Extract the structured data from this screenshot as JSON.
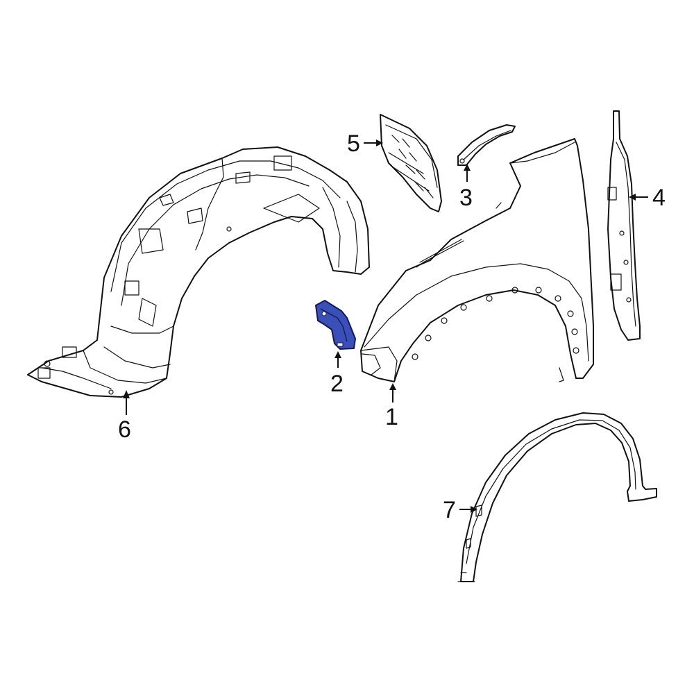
{
  "diagram": {
    "highlight_color": "#3a4fb8",
    "line_color": "#111111",
    "background": "#ffffff",
    "callouts": [
      {
        "id": "1",
        "label": "1"
      },
      {
        "id": "2",
        "label": "2"
      },
      {
        "id": "3",
        "label": "3"
      },
      {
        "id": "4",
        "label": "4"
      },
      {
        "id": "5",
        "label": "5"
      },
      {
        "id": "6",
        "label": "6"
      },
      {
        "id": "7",
        "label": "7"
      }
    ],
    "highlighted_part": "2"
  }
}
